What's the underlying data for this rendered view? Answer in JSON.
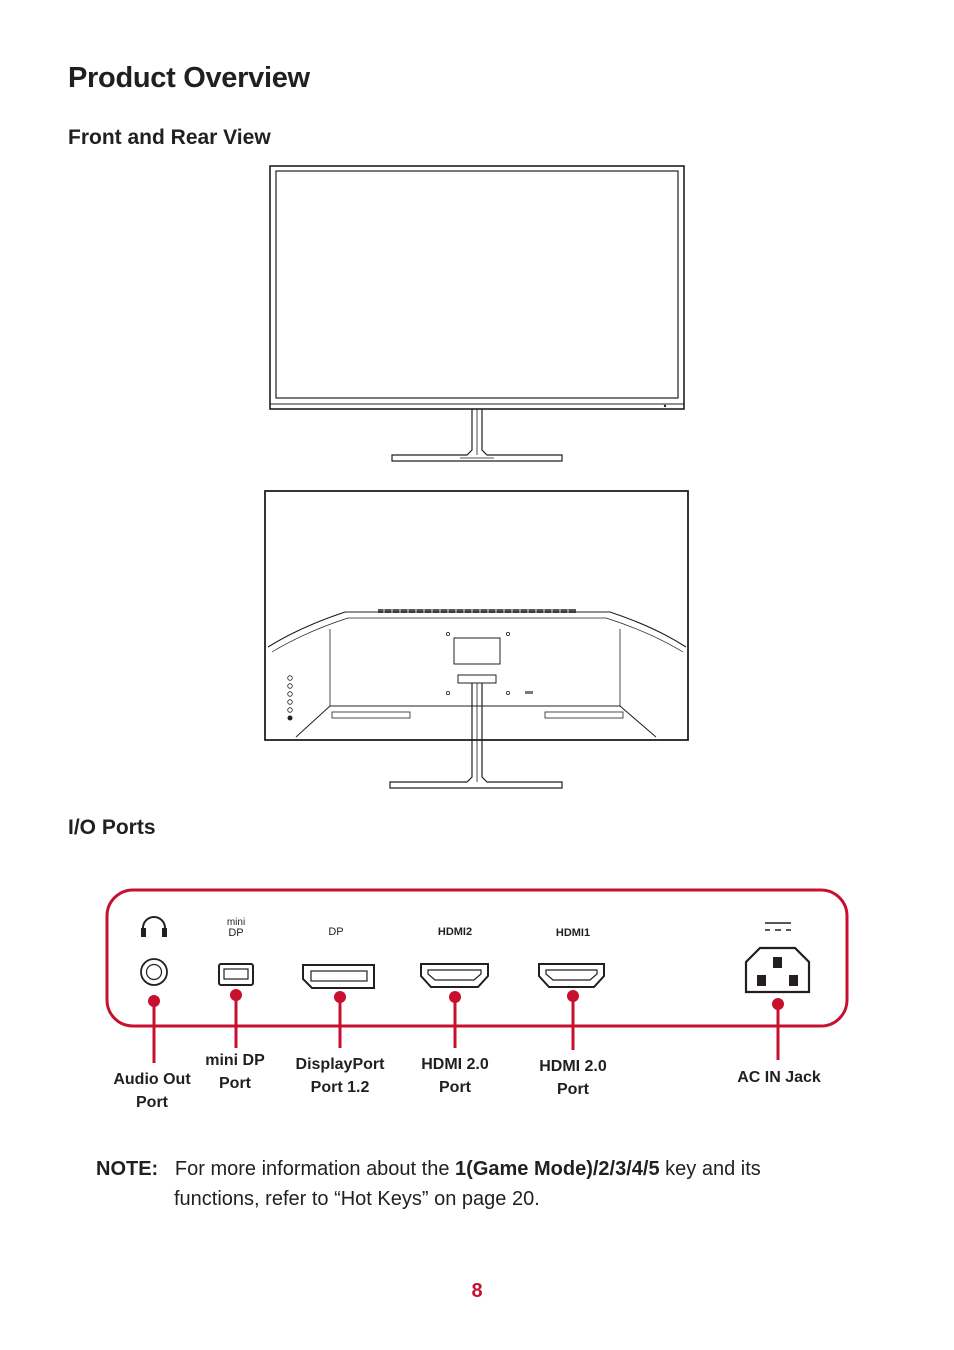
{
  "heading": "Product Overview",
  "front_rear_heading": "Front and Rear View",
  "io_heading": "I/O Ports",
  "panel_markings": {
    "mini_dp_top": "mini",
    "mini_dp_bottom": "DP",
    "dp": "DP",
    "hdmi2": "HDMI2",
    "hdmi1": "HDMI1"
  },
  "ports": [
    {
      "label": "Audio Out\nPort",
      "icon": "headphone-icon"
    },
    {
      "label": "mini DP\nPort",
      "icon": "mini-dp-port-icon"
    },
    {
      "label": "DisplayPort\nPort 1.2",
      "icon": "displayport-icon"
    },
    {
      "label": "HDMI 2.0\nPort",
      "icon": "hdmi-port-icon"
    },
    {
      "label": "HDMI 2.0\nPort",
      "icon": "hdmi-port-icon"
    },
    {
      "label": "AC IN Jack",
      "icon": "ac-power-icon"
    }
  ],
  "note": {
    "label": "NOTE:",
    "text_before": "For more information about the",
    "keys": "1(Game Mode)/2/3/4/5",
    "text_after": "key and its",
    "line2": "functions, refer to “Hot Keys” on page 20."
  },
  "page_number": "8",
  "colors": {
    "accent": "#c8102e",
    "text": "#231f20"
  }
}
